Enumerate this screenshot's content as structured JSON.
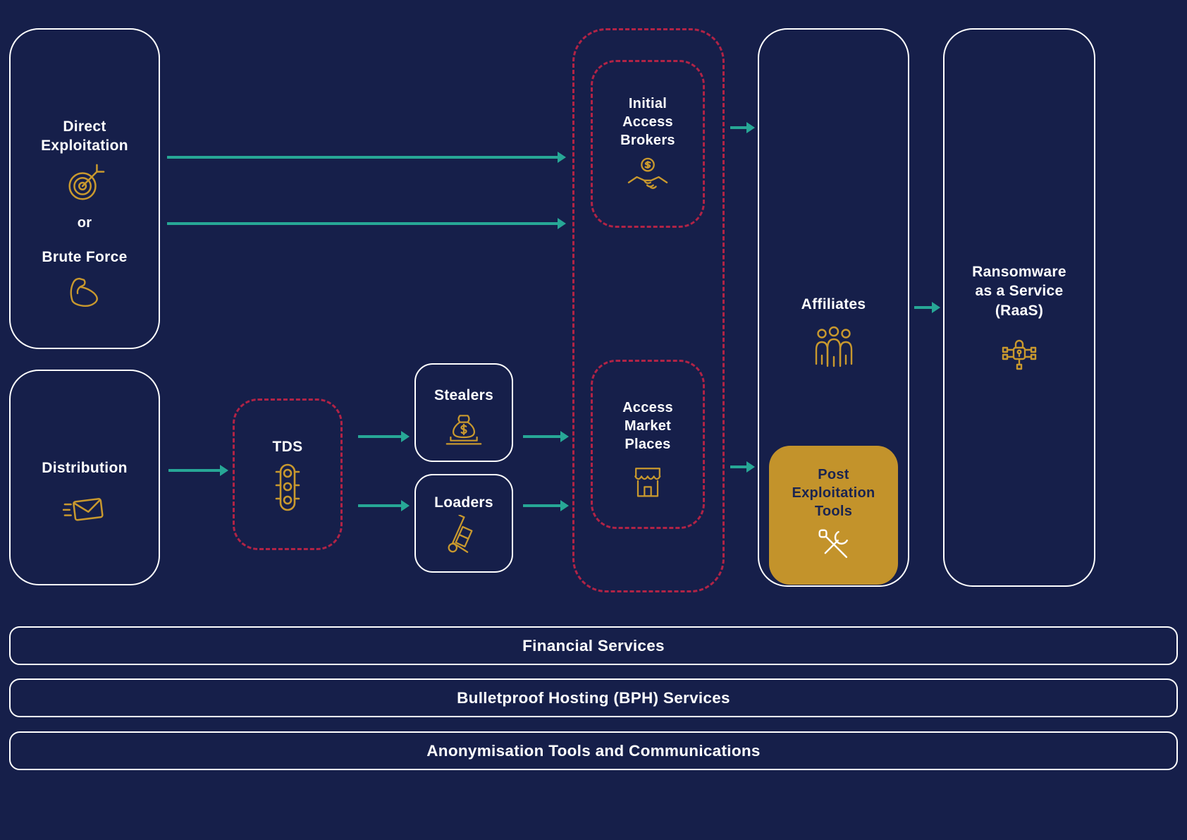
{
  "colors": {
    "background": "#161F4A",
    "box_border": "#FFFFFF",
    "dashed_red": "#B12346",
    "arrow_teal": "#27A796",
    "gold": "#C3932B",
    "icon_gold": "#C9992E",
    "text": "#FFFFFF",
    "text_on_gold": "#1A2450"
  },
  "nodes": {
    "direct_exploitation": {
      "title": "Direct Exploitation",
      "or": "or",
      "alt": "Brute Force",
      "icons": [
        "target-icon",
        "bicep-icon"
      ]
    },
    "distribution": {
      "title": "Distribution",
      "icon": "envelope-speed-icon"
    },
    "tds": {
      "title": "TDS",
      "icon": "traffic-light-icon"
    },
    "stealers": {
      "title": "Stealers",
      "icon": "money-bag-laptop-icon"
    },
    "loaders": {
      "title": "Loaders",
      "icon": "hand-truck-icon"
    },
    "initial_access_brokers": {
      "title": "Initial Access Brokers",
      "icon": "handshake-dollar-icon"
    },
    "access_market_places": {
      "title": "Access Market Places",
      "icon": "storefront-icon"
    },
    "affiliates": {
      "title": "Affiliates",
      "icon": "people-group-icon"
    },
    "post_exploitation_tools": {
      "title": "Post Exploitation Tools",
      "icon": "crossed-tools-icon"
    },
    "raas": {
      "title": "Ransomware as a Service (RaaS)",
      "icon": "lock-circuit-icon"
    }
  },
  "bottom_bars": [
    {
      "label": "Financial Services"
    },
    {
      "label": "Bulletproof Hosting (BPH) Services"
    },
    {
      "label": "Anonymisation Tools and Communications"
    }
  ]
}
